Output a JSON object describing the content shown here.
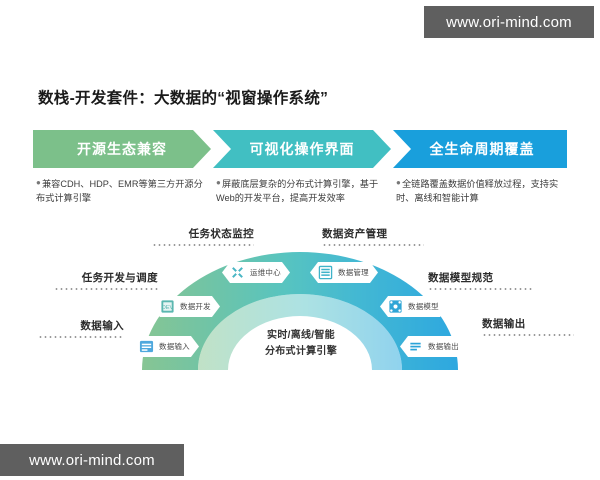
{
  "watermark": {
    "top": "www.ori-mind.com",
    "bottom": "www.ori-mind.com"
  },
  "title": "数栈-开发套件：大数据的“视窗操作系统”",
  "colors": {
    "green": "#7cc08a",
    "teal": "#3fc0c0",
    "blue": "#1da1dd",
    "banner_green": "#7cc08a",
    "banner_teal": "#41bfc2",
    "banner_blue": "#199fdc",
    "watermark_bg": "#5f5f5f"
  },
  "banners": [
    {
      "label": "开源生态兼容",
      "color": "#7cc08a",
      "bullet": "●",
      "desc": "兼容CDH、HDP、EMR等第三方开源分布式计算引擎"
    },
    {
      "label": "可视化操作界面",
      "color": "#41bfc2",
      "bullet": "●",
      "desc": "屏蔽底层复杂的分布式计算引擎，基于Web的开发平台，提高开发效率"
    },
    {
      "label": "全生命周期覆盖",
      "color": "#199fdc",
      "bullet": "●",
      "desc": "全链路覆盖数据价值释放过程，支持实时、离线和智能计算"
    }
  ],
  "arc": {
    "center_caption_line1": "实时/离线/智能",
    "center_caption_line2": "分布式计算引擎",
    "nodes": [
      {
        "label": "数据输入",
        "icon": "data-input-icon",
        "icon_color": "#4fa8dd"
      },
      {
        "label": "数据开发",
        "icon": "data-develop-icon",
        "icon_color": "#5bb7b0"
      },
      {
        "label": "运维中心",
        "icon": "ops-center-icon",
        "icon_color": "#49b6c4"
      },
      {
        "label": "数据管理",
        "icon": "data-manage-icon",
        "icon_color": "#3fb3c9"
      },
      {
        "label": "数据模型",
        "icon": "data-model-icon",
        "icon_color": "#2fa5d6"
      },
      {
        "label": "数据输出",
        "icon": "data-output-icon",
        "icon_color": "#2aa3d8"
      }
    ],
    "callouts": [
      {
        "label": "数据输入",
        "side": "left"
      },
      {
        "label": "任务开发与调度",
        "side": "left"
      },
      {
        "label": "任务状态监控",
        "side": "left"
      },
      {
        "label": "数据资产管理",
        "side": "right"
      },
      {
        "label": "数据模型规范",
        "side": "right"
      },
      {
        "label": "数据输出",
        "side": "right"
      }
    ]
  }
}
